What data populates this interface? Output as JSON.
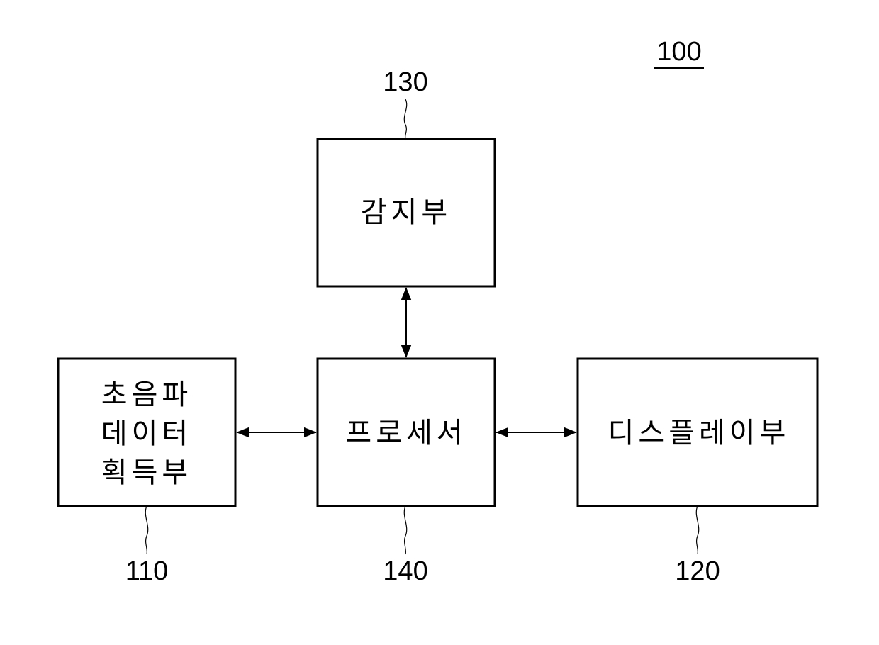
{
  "figure": {
    "ref_main": "100",
    "blocks": {
      "sensing": {
        "label": "감지부",
        "ref": "130"
      },
      "ultrasound": {
        "label_lines": [
          "초음파",
          "데이터",
          "획득부"
        ],
        "ref": "110"
      },
      "processor": {
        "label": "프로세서",
        "ref": "140"
      },
      "display": {
        "label": "디스플레이부",
        "ref": "120"
      }
    },
    "connections": [
      {
        "from": "sensing",
        "to": "processor",
        "type": "bidirectional"
      },
      {
        "from": "ultrasound",
        "to": "processor",
        "type": "bidirectional"
      },
      {
        "from": "processor",
        "to": "display",
        "type": "bidirectional"
      }
    ]
  }
}
